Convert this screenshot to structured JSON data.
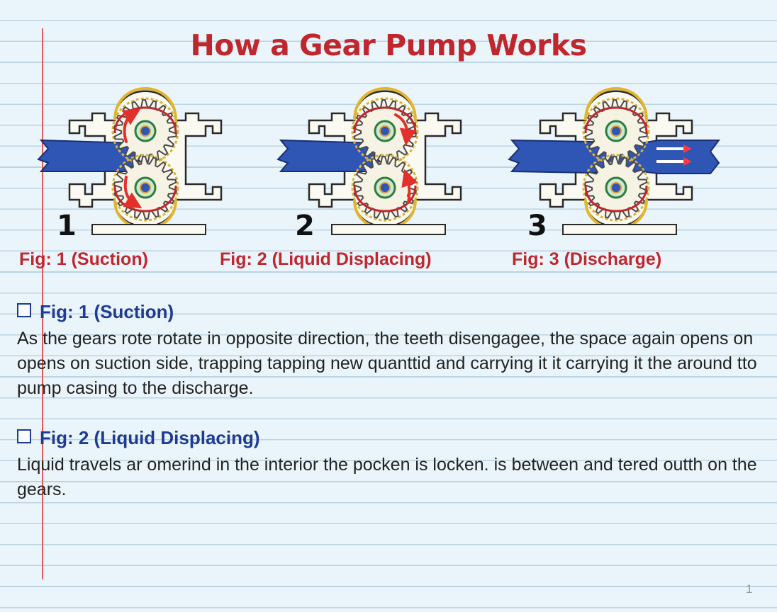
{
  "title": "How a Gear Pump Works",
  "figures": [
    {
      "number": "1",
      "caption": "Fig: 1 (Suction)"
    },
    {
      "number": "2",
      "caption": "Fig: 2 (Liquid Displacing)"
    },
    {
      "number": "3",
      "caption": "Fig: 3 (Discharge)"
    }
  ],
  "sections": [
    {
      "heading": "Fig: 1 (Suction)",
      "text": "As the gears rote rotate in opposite direction, the teeth disengagee, the space again opens on opens on suction side, trapping tapping new quanttid and carrying it it carrying it the around tto pump casing to the discharge."
    },
    {
      "heading": "Fig: 2 (Liquid Displacing)",
      "text": "Liquid travels ar omerind in the interior  the pocken is locken. is between and tered outth on the gears."
    }
  ],
  "page_number": "1",
  "colors": {
    "title": "#c0272d",
    "heading": "#1f3a93",
    "liquid": "#2f55b5",
    "casing": "#e3b52e",
    "flow_arrow": "#e3302a",
    "margin_line": "#e05a5a"
  }
}
